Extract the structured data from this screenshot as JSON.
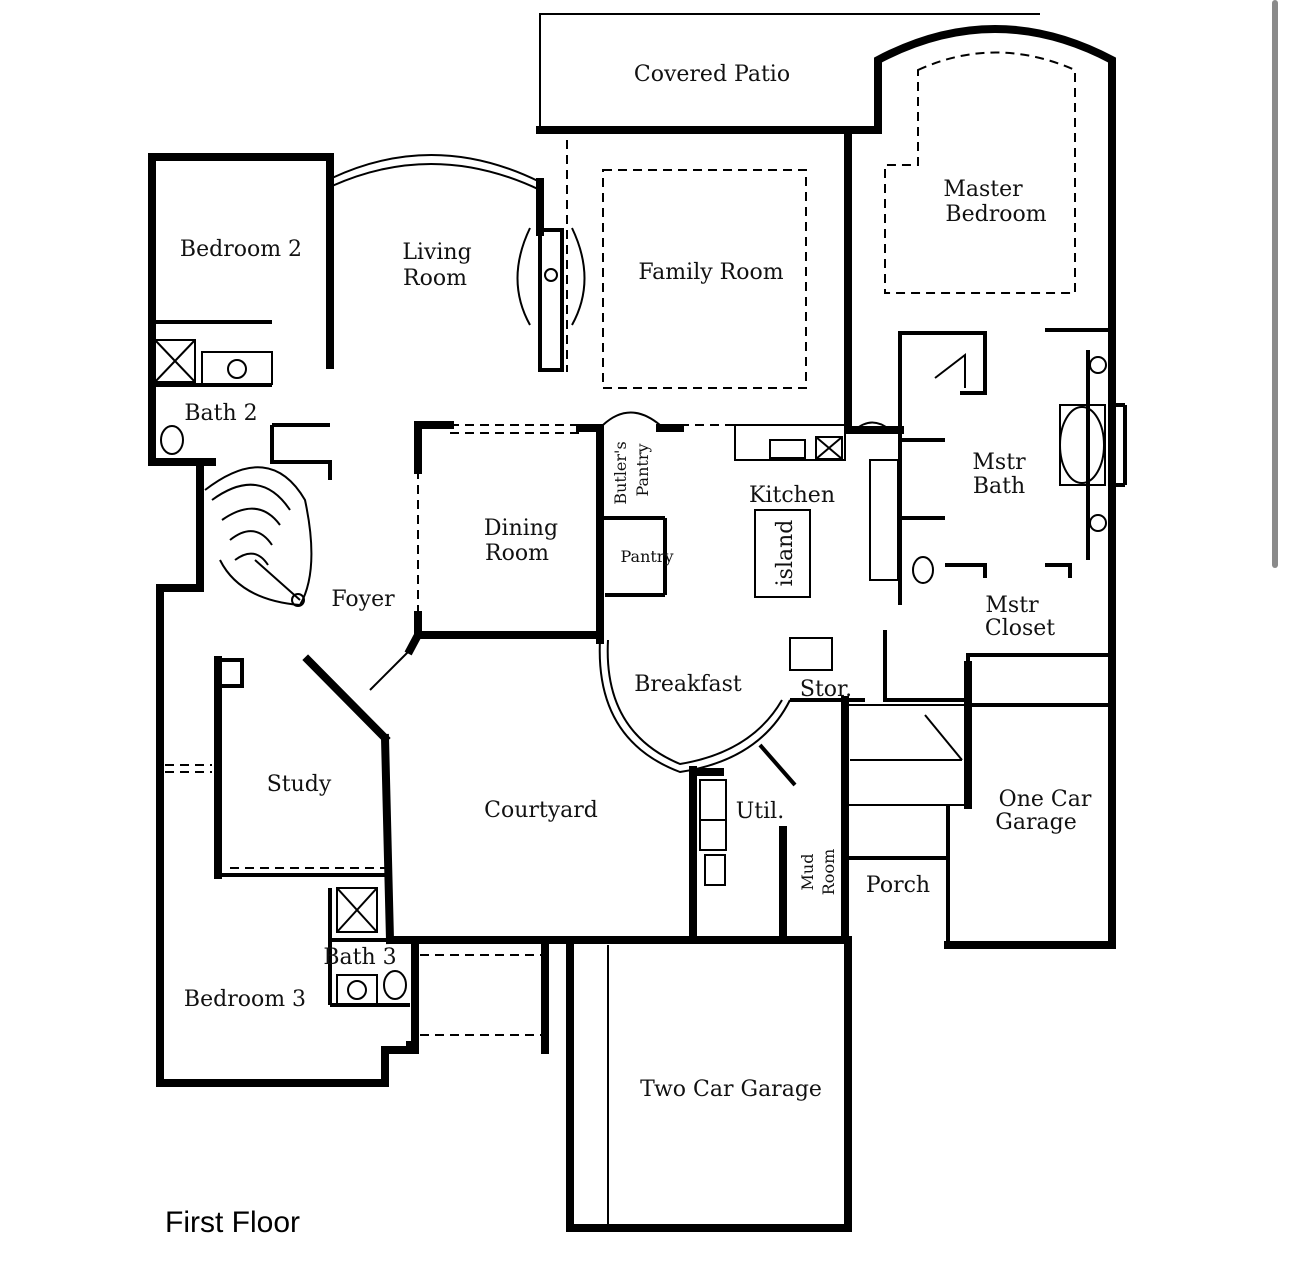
{
  "floor_title": "First Floor",
  "rooms": {
    "covered_patio": "Covered Patio",
    "master_bedroom_1": "Master",
    "master_bedroom_2": "Bedroom",
    "bedroom_2": "Bedroom 2",
    "living_room_1": "Living",
    "living_room_2": "Room",
    "family_room": "Family Room",
    "bath_2": "Bath 2",
    "mstr_bath_1": "Mstr",
    "mstr_bath_2": "Bath",
    "kitchen": "Kitchen",
    "butlers_pantry_1": "Butler's",
    "butlers_pantry_2": "Pantry",
    "dining_room_1": "Dining",
    "dining_room_2": "Room",
    "pantry": "Pantry",
    "island": "island",
    "foyer": "Foyer",
    "mstr_closet_1": "Mstr",
    "mstr_closet_2": "Closet",
    "breakfast": "Breakfast",
    "stor": "Stor.",
    "study": "Study",
    "courtyard": "Courtyard",
    "util": "Util.",
    "one_car_garage_1": "One Car",
    "one_car_garage_2": "Garage",
    "mud_room_1": "Mud",
    "mud_room_2": "Room",
    "porch": "Porch",
    "bath_3": "Bath 3",
    "bedroom_3": "Bedroom 3",
    "two_car_garage": "Two Car Garage"
  }
}
